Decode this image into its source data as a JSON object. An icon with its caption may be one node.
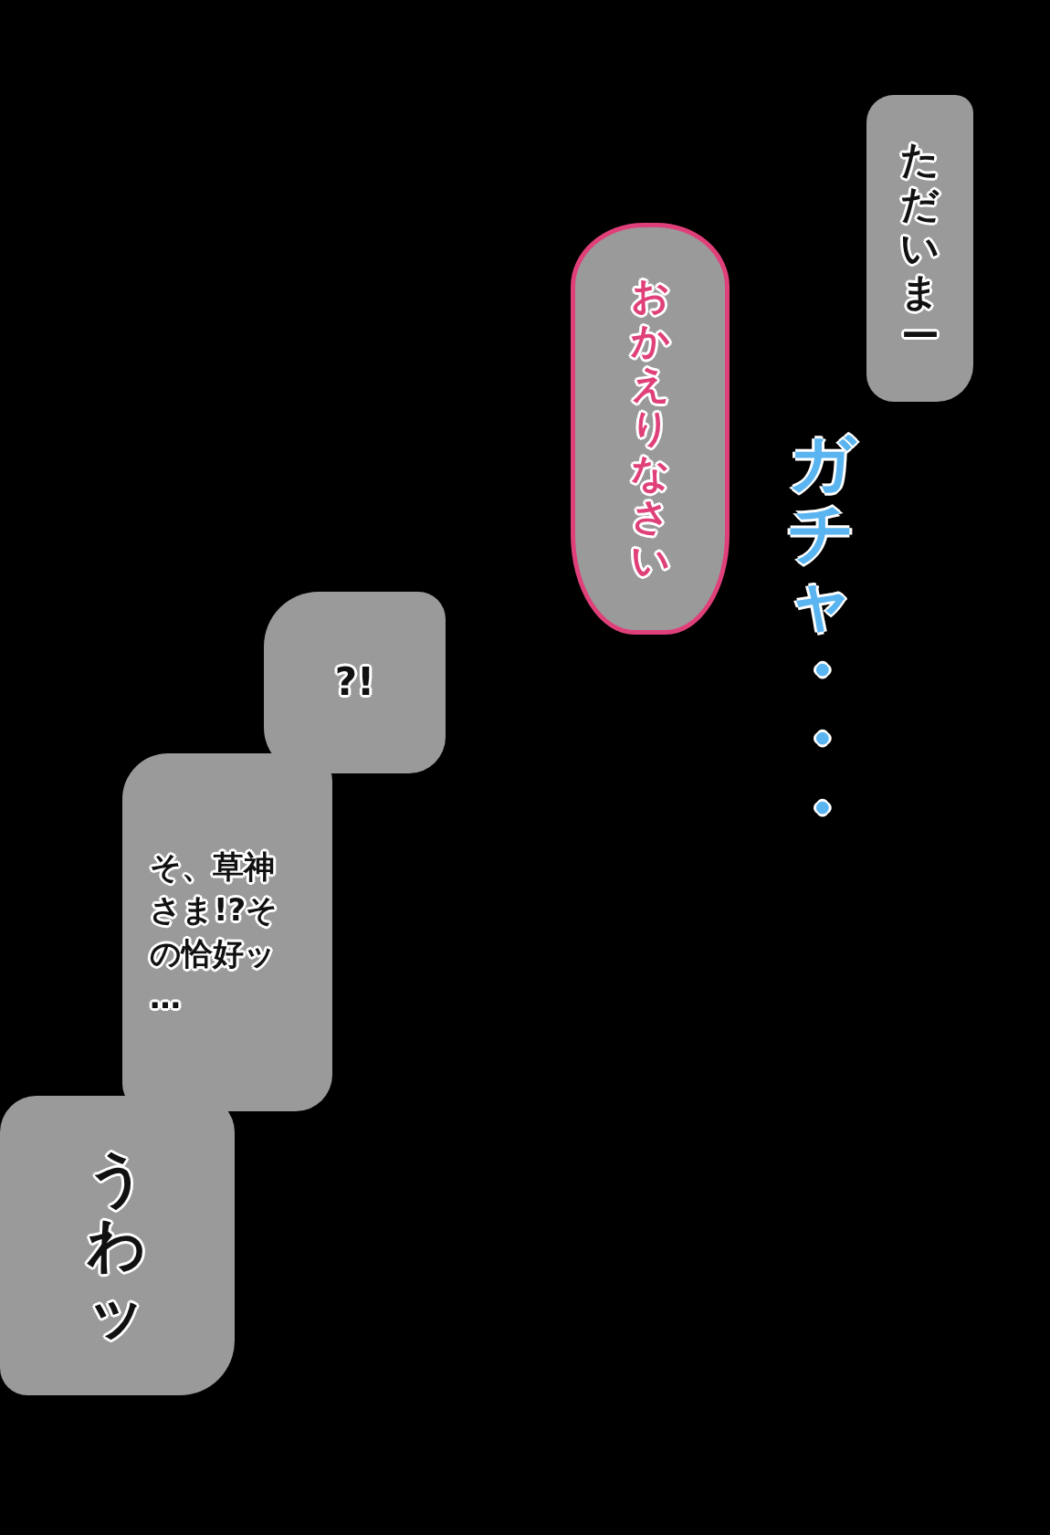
{
  "diagram": {
    "nodes": [
      {
        "text": [
          "ただいまー"
        ]
      },
      {
        "text": [
          "おかえりなさい"
        ]
      },
      {
        "text": [
          "?!"
        ]
      },
      {
        "text": [
          "そ、草神さま!?その恰好ッ…"
        ]
      },
      {
        "text": [
          "うわッ"
        ]
      }
    ],
    "labels": [
      "ガチャ・・・"
    ]
  }
}
